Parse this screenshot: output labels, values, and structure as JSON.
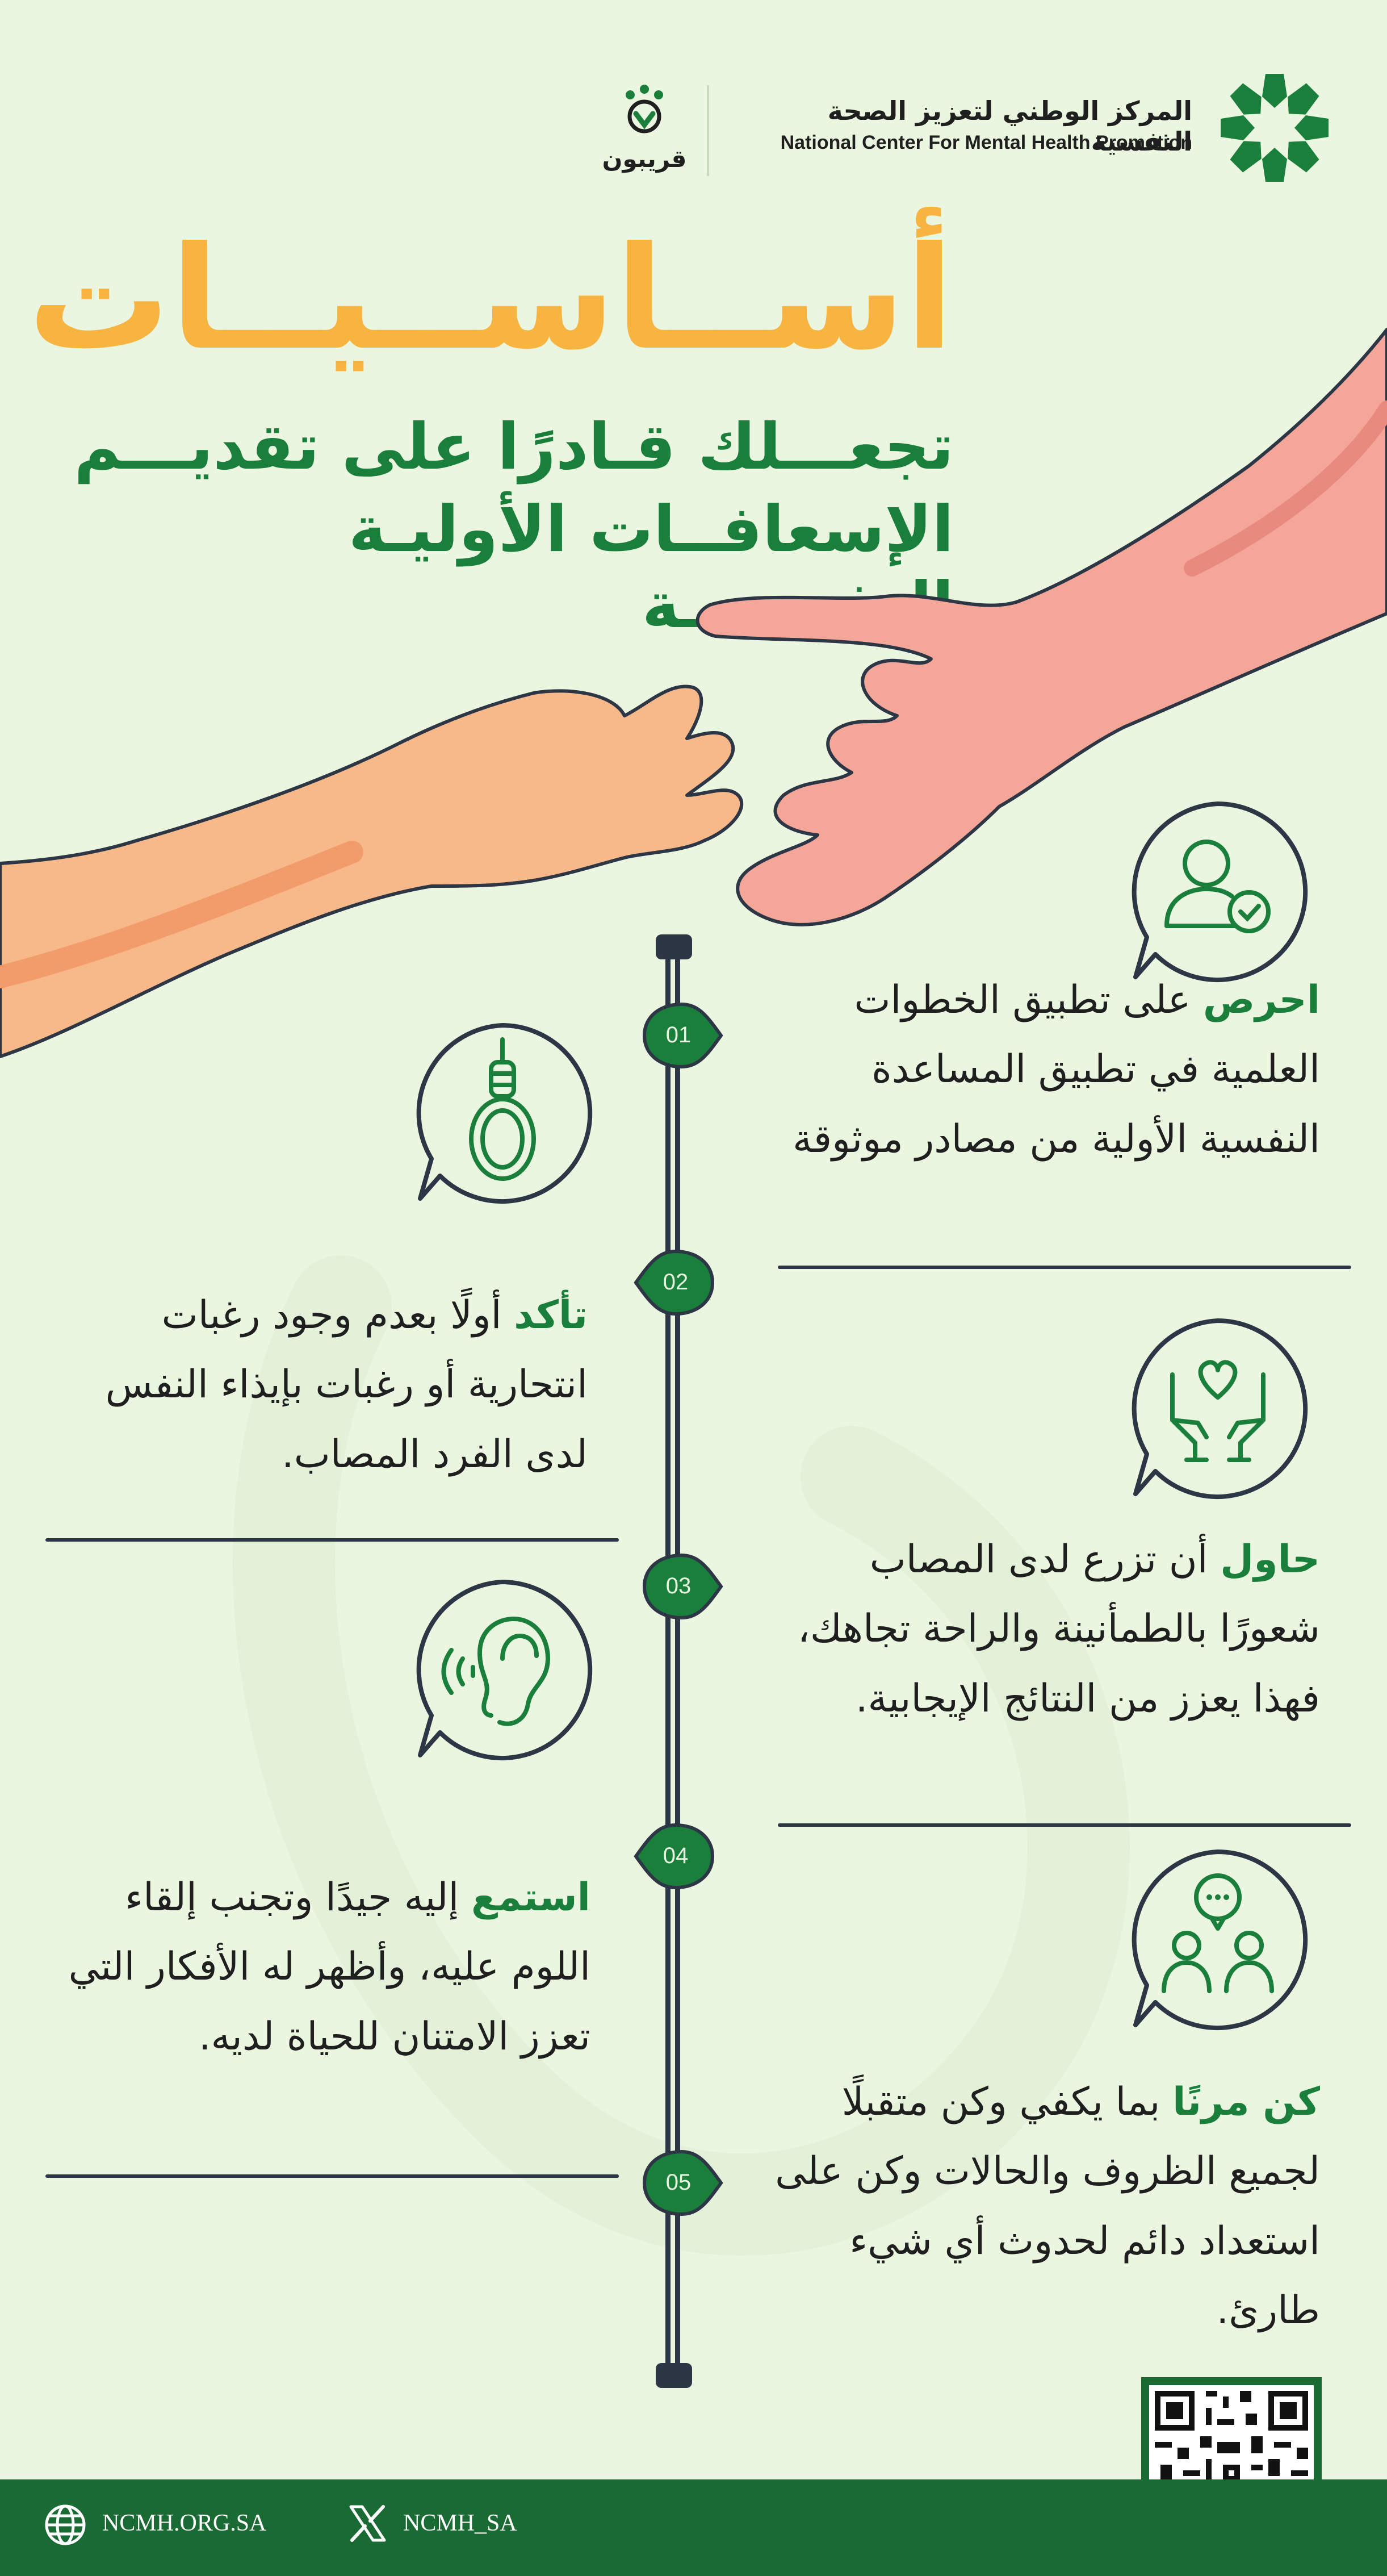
{
  "header": {
    "org_name_ar": "المركز الوطني لتعزيز الصحة النفسية",
    "org_name_en": "National Center For Mental Health Promotion",
    "brand_ar": "قريبون"
  },
  "title": {
    "main": "أســاســيــات",
    "line1": "تجعـــلك قـادرًا على تقديـــم",
    "line2": "الإسعافــات الأوليـة النفسيـــة"
  },
  "steps": [
    {
      "number": "01",
      "keyword": "احرص",
      "text": " على تطبيق الخطوات العلمية في تطبيق المساعدة النفسية الأولية من مصادر موثوقة",
      "icon": "verified-person-icon"
    },
    {
      "number": "02",
      "keyword": "تأكد",
      "text": " أولًا بعدم وجود رغبات انتحارية أو رغبات بإيذاء النفس لدى الفرد المصاب.",
      "icon": "noose-icon"
    },
    {
      "number": "03",
      "keyword": "حاول",
      "text": " أن تزرع لدى المصاب شعورًا بالطمأنينة والراحة تجاهك، فهذا يعزز من النتائج الإيجابية.",
      "icon": "hands-heart-icon"
    },
    {
      "number": "04",
      "keyword": "استمع",
      "text": " إليه جيدًا وتجنب إلقاء اللوم عليه، وأظهر له الأفكار التي تعزز الامتنان للحياة لديه.",
      "icon": "ear-icon"
    },
    {
      "number": "05",
      "keyword": "كن مرنًا",
      "text": " بما يكفي وكن متقبلًا لجميع الظروف والحالات وكن على استعداد دائم لحدوث أي شيء طارئ.",
      "icon": "people-chat-icon"
    }
  ],
  "footer": {
    "website": "NCMH.ORG.SA",
    "handle": "NCMH_SA"
  },
  "colors": {
    "background": "#EBF6E0",
    "green": "#197F3B",
    "dark_green": "#1A6B33",
    "yellow": "#F7B441",
    "rope": "#2C3644"
  }
}
